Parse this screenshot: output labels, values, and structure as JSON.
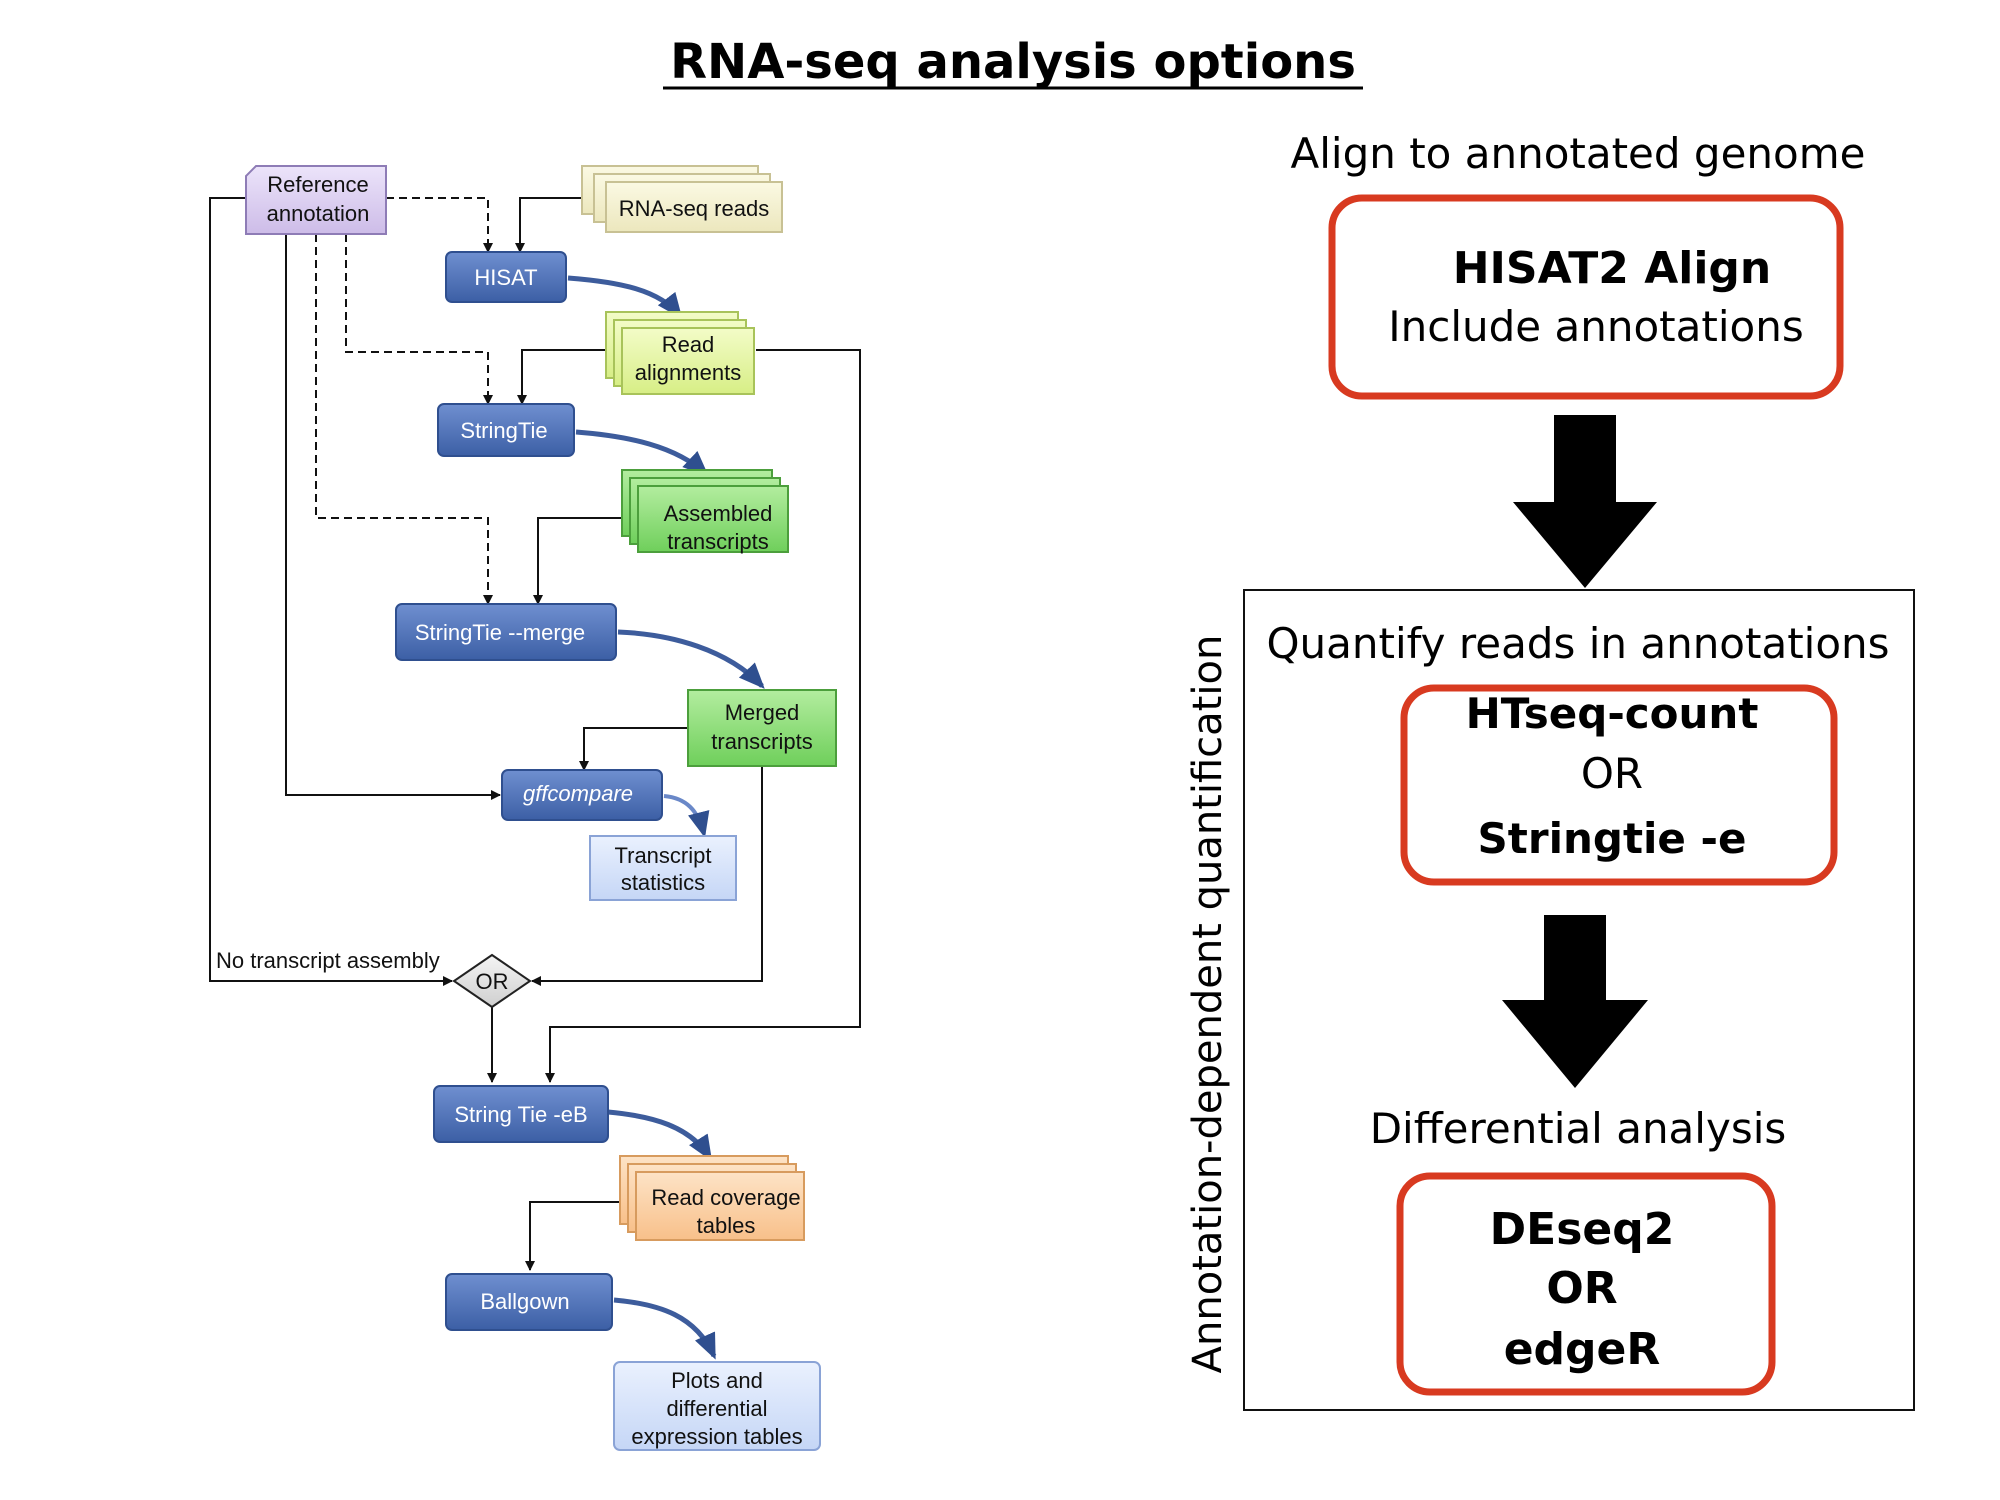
{
  "title": "RNA-seq analysis options",
  "flowchart": {
    "reference_annotation": [
      "Reference",
      "annotation"
    ],
    "rnaseq_reads": "RNA-seq reads",
    "hisat": "HISAT",
    "read_alignments": [
      "Read",
      "alignments"
    ],
    "stringtie": "StringTie",
    "assembled_transcripts": [
      "Assembled",
      "transcripts"
    ],
    "stringtie_merge": "StringTie --merge",
    "merged_transcripts": [
      "Merged",
      "transcripts"
    ],
    "gffcompare": "gffcompare",
    "transcript_statistics": [
      "Transcript",
      "statistics"
    ],
    "no_transcript_assembly": "No transcript assembly",
    "or_decision": "OR",
    "stringtie_eb": "String Tie -eB",
    "read_coverage_tables": [
      "Read coverage",
      "tables"
    ],
    "ballgown": "Ballgown",
    "plots_tables": [
      "Plots and",
      "differential",
      "expression tables"
    ]
  },
  "pipeline": {
    "align_heading": "Align to annotated genome",
    "hisat2_box": {
      "line1": "HISAT2 Align",
      "line2": "Include annotations"
    },
    "side_label": "Annotation-dependent quantification",
    "quantify_heading": "Quantify reads in annotations",
    "quantify_box": {
      "line1": "HTseq-count",
      "line2": "OR",
      "line3": "Stringtie -e"
    },
    "differential_heading": "Differential analysis",
    "differential_box": {
      "line1": "DEseq2",
      "line2": "OR",
      "line3": "edgeR"
    }
  },
  "colors": {
    "process_blue": "#4a6fb0",
    "annotation_purple": "#d9ccee",
    "reads_beige": "#f3f0cc",
    "alignments_yellowgreen": "#e4f4a4",
    "transcripts_green": "#8fdc7e",
    "coverage_orange": "#fbd1a6",
    "output_lightblue": "#d6e3fb",
    "highlight_red": "#d83a20"
  }
}
